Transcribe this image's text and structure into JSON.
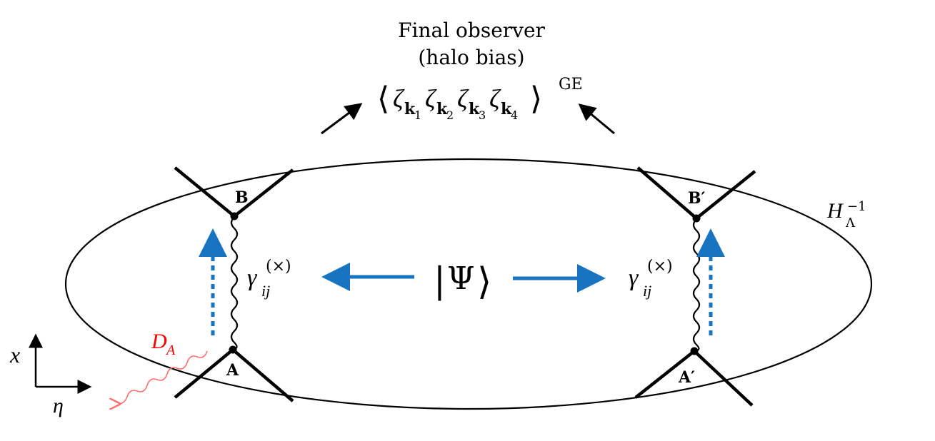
{
  "header": {
    "line1": "Final observer",
    "line2": "(halo bias)",
    "correlator": {
      "open": "⟨",
      "zeta": "ζ",
      "k": "k",
      "subs": [
        "1",
        "2",
        "3",
        "4"
      ],
      "close": "⟩",
      "superscript": "GE"
    }
  },
  "horizon": {
    "base": "H",
    "sub": "Λ",
    "sup": "−1"
  },
  "state": {
    "open": "|",
    "psi": "Ψ",
    "close": "⟩"
  },
  "vertices": {
    "A": "A",
    "B": "B",
    "A_prime": "A′",
    "B_prime": "B′"
  },
  "graviton": {
    "base": "γ",
    "sub": "ij",
    "sup": "(×)"
  },
  "decoherence": {
    "base": "D",
    "sub": "A",
    "color": "#ff0000"
  },
  "axes": {
    "x": "x",
    "eta": "η"
  },
  "colors": {
    "blue_arrow": "#1874c0",
    "line": "#000000",
    "decoherence": "#ff6f6f"
  }
}
